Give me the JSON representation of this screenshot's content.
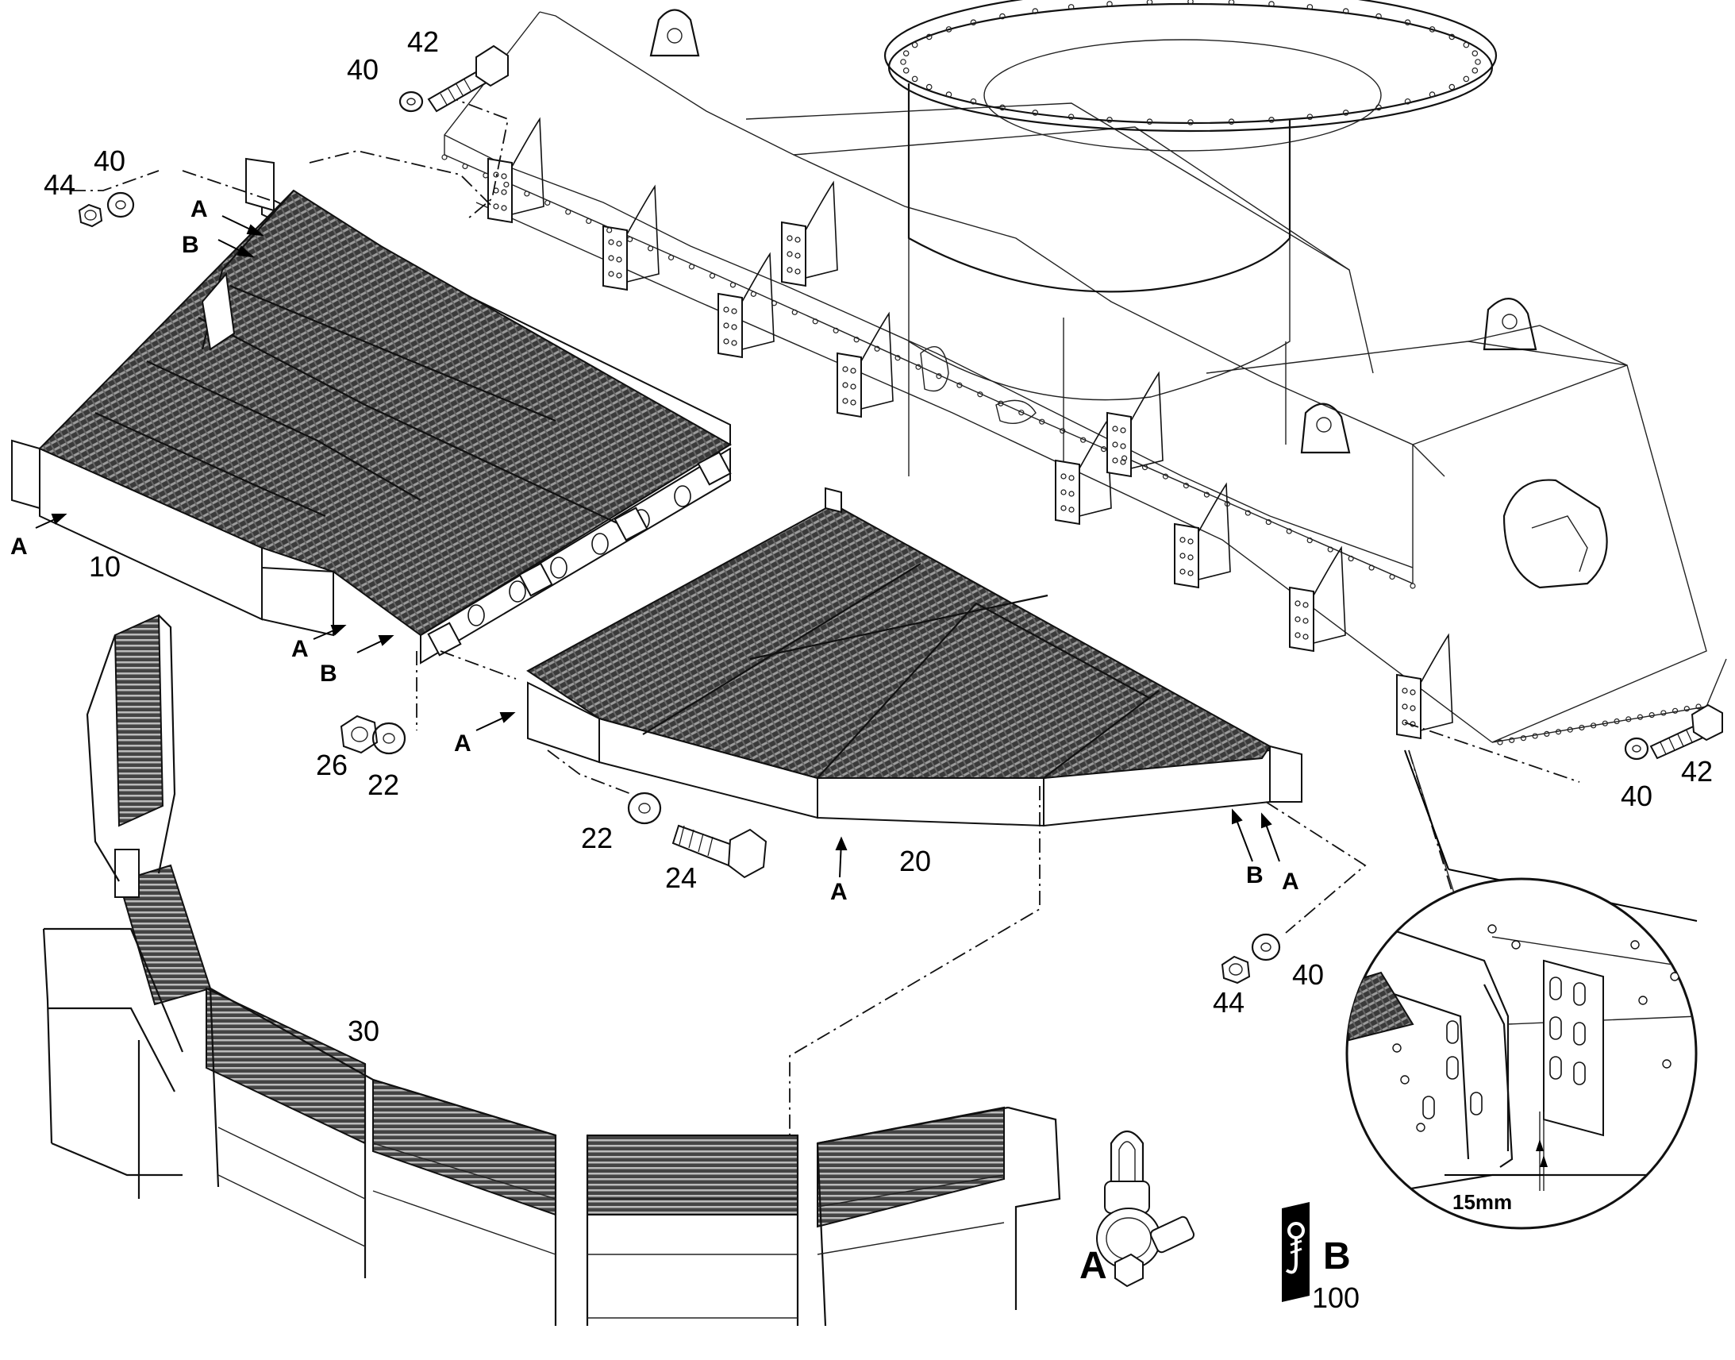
{
  "figure": {
    "part_labels": {
      "p10": "10",
      "p20": "20",
      "p22a": "22",
      "p22b": "22",
      "p24": "24",
      "p26": "26",
      "p30": "30",
      "p40a": "40",
      "p40b": "40",
      "p40c": "40",
      "p40d": "40",
      "p42a": "42",
      "p42b": "42",
      "p44a": "44",
      "p44b": "44",
      "p100": "100"
    },
    "callouts": {
      "a1": "A",
      "b1": "B",
      "a2": "A",
      "a3": "A",
      "b2": "B",
      "a4": "A",
      "a5": "A",
      "b3": "B",
      "a6": "A"
    },
    "legend": {
      "a_letter": "A",
      "b_letter": "B"
    },
    "detail": {
      "dimension": "15mm"
    }
  }
}
